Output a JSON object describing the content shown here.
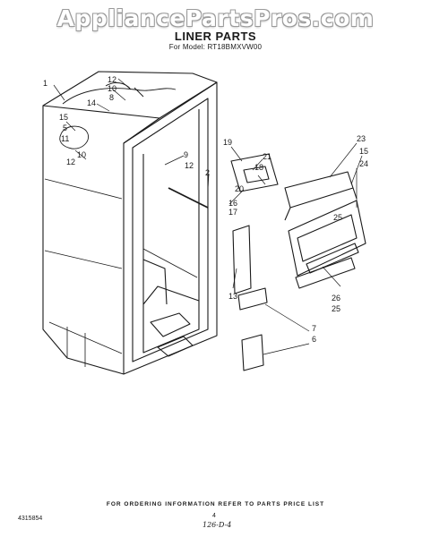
{
  "watermark": "AppliancePartsPros.com",
  "title": "LINER PARTS",
  "model_line": "For Model: RT18BMXVW00",
  "footer": {
    "ordering_note": "FOR ORDERING INFORMATION REFER TO PARTS PRICE LIST",
    "doc_number": "4315854",
    "page_number": "4",
    "handwritten_note": "126-D-4"
  },
  "callouts": [
    "1",
    "12",
    "10",
    "8",
    "14",
    "15",
    "5",
    "11",
    "10",
    "12",
    "9",
    "12",
    "19",
    "21",
    "18",
    "20",
    "16",
    "17",
    "2",
    "23",
    "15",
    "24",
    "25",
    "13",
    "26",
    "25",
    "7",
    "6"
  ]
}
